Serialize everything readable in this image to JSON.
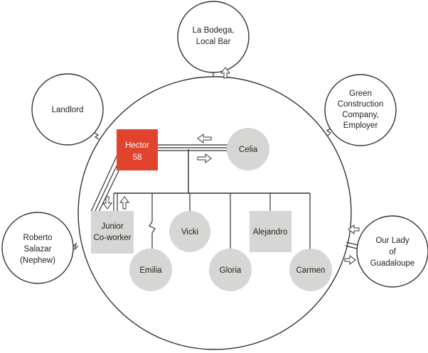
{
  "colors": {
    "focus_fill": "#e2432c",
    "member_fill": "#d6d6d4",
    "line": "#333333",
    "background": "#ffffff"
  },
  "focus": {
    "name": "Hector",
    "age": "58"
  },
  "household": {
    "spouse": "Celia",
    "coworker": [
      "Junior",
      "Co-worker"
    ],
    "children": {
      "vicki": "Vicki",
      "alejandro": "Alejandro",
      "emilia": "Emilia",
      "gloria": "Gloria",
      "carmen": "Carmen"
    }
  },
  "external": {
    "bar": [
      "La Bodega,",
      "Local Bar"
    ],
    "landlord": [
      "Landlord"
    ],
    "employer": [
      "Green",
      "Construction",
      "Company,",
      "Employer"
    ],
    "nephew": [
      "Roberto",
      "Salazar",
      "(Nephew)"
    ],
    "church": [
      "Our Lady",
      "of",
      "Guadaloupe"
    ]
  },
  "icons": {
    "arrows": "hollow-arrow-icon",
    "stress": "zigzag-stress-line-icon"
  }
}
